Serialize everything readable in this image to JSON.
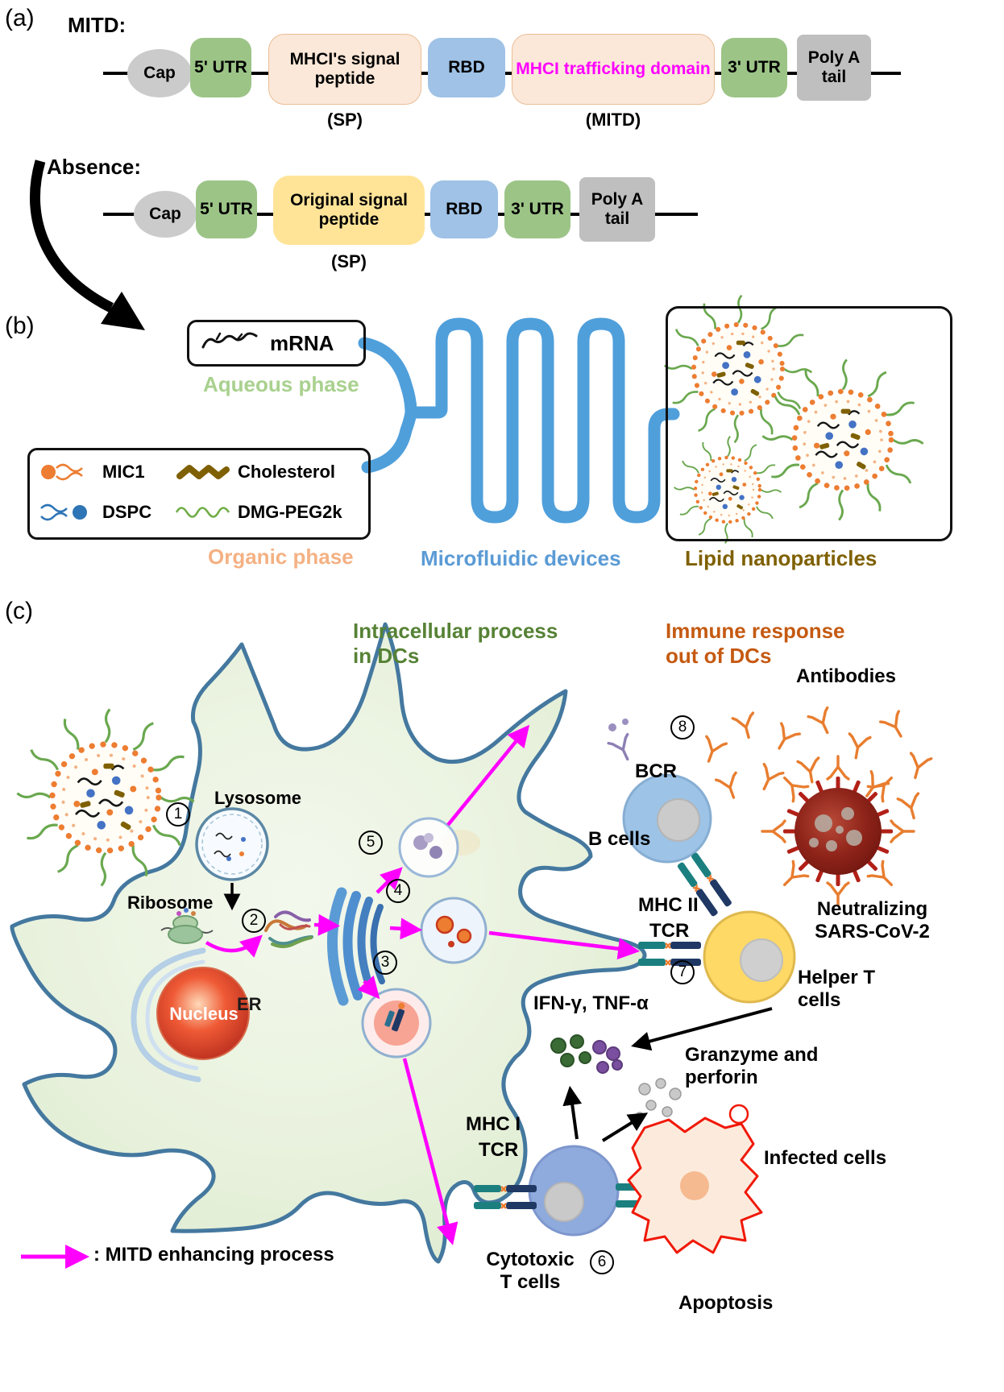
{
  "colors": {
    "magenta_arrow": "#ff00ff",
    "channel_blue": "#4f9fdb",
    "aqueous_green": "#a9d18e",
    "organic_peach": "#f4b183",
    "microfluidic_blue": "#5b9bd5",
    "lnp_olive": "#7f6000",
    "utr_green": "#9cc487",
    "rbd_blue": "#9fc2e6",
    "peach_block": "#fce8d9",
    "yellow_block": "#ffe498",
    "gray_block": "#bfbfbf",
    "intracellular_green": "#568235",
    "immune_orange": "#c55a11"
  },
  "panel_a": {
    "tag": "(a)",
    "mitd_label": "MITD:",
    "absence_label": "Absence:",
    "c1": {
      "cap": "Cap",
      "utr5": "5' UTR",
      "sp": "MHCI's signal peptide",
      "sp_sub": "(SP)",
      "rbd": "RBD",
      "mitd": "MHCI trafficking domain",
      "mitd_sub": "(MITD)",
      "utr3": "3' UTR",
      "polya": "Poly A tail"
    },
    "c2": {
      "cap": "Cap",
      "utr5": "5' UTR",
      "sp": "Original signal peptide",
      "sp_sub": "(SP)",
      "rbd": "RBD",
      "utr3": "3' UTR",
      "polya": "Poly A tail"
    }
  },
  "panel_b": {
    "tag": "(b)",
    "mrna": "mRNA",
    "aqueous": "Aqueous phase",
    "organic": "Organic phase",
    "microfluidic": "Microfluidic devices",
    "lipid_nano": "Lipid nanoparticles",
    "legend": {
      "mic1": "MIC1",
      "dspc": "DSPC",
      "cholesterol": "Cholesterol",
      "dmg_peg": "DMG-PEG2k"
    }
  },
  "panel_c": {
    "tag": "(c)",
    "intracellular": "Intracellular process\nin DCs",
    "immune": "Immune response\nout of DCs",
    "antibodies": "Antibodies",
    "lysosome": "Lysosome",
    "ribosome": "Ribosome",
    "nucleus": "Nucleus",
    "er": "ER",
    "bcr": "BCR",
    "b_cells": "B cells",
    "neutralizing": "Neutralizing\nSARS-CoV-2",
    "mhc2": "MHC II",
    "tcr_top": "TCR",
    "helper_t": "Helper T\ncells",
    "ifn": "IFN-γ, TNF-α",
    "granzyme": "Granzyme and\nperforin",
    "mhc1": "MHC I",
    "tcr_bottom": "TCR",
    "cytotoxic": "Cytotoxic\nT cells",
    "infected": "Infected cells",
    "apoptosis": "Apoptosis",
    "steps": {
      "s1": "1",
      "s2": "2",
      "s3": "3",
      "s4": "4",
      "s5": "5",
      "s6": "6",
      "s7": "7",
      "s8": "8"
    },
    "legend_text": ":  MITD enhancing process"
  }
}
